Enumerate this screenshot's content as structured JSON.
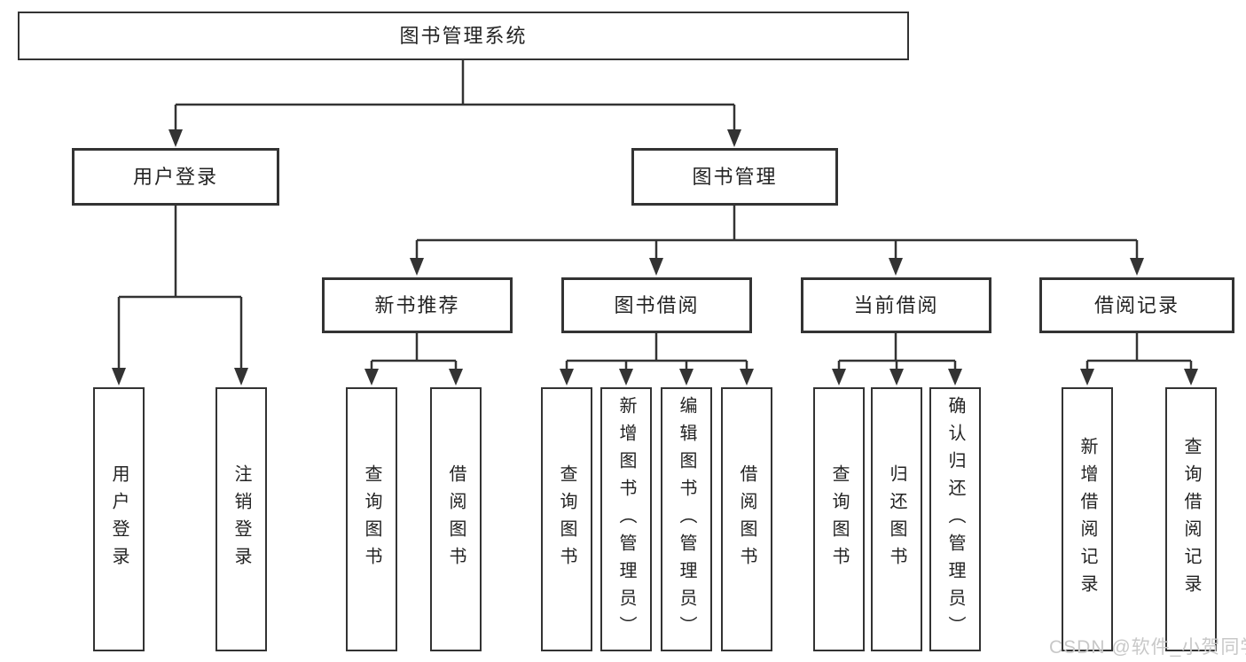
{
  "tree": {
    "root": "图书管理系统",
    "children": [
      {
        "label": "用户登录",
        "children": [
          "用户登录",
          "注销登录"
        ]
      },
      {
        "label": "图书管理",
        "children": [
          {
            "label": "新书推荐",
            "children": [
              "查询图书",
              "借阅图书"
            ]
          },
          {
            "label": "图书借阅",
            "children": [
              "查询图书",
              "新增图书（管理员）",
              "编辑图书（管理员）",
              "借阅图书"
            ]
          },
          {
            "label": "当前借阅",
            "children": [
              "查询图书",
              "归还图书",
              "确认归还（管理员）"
            ]
          },
          {
            "label": "借阅记录",
            "children": [
              "新增借阅记录",
              "查询借阅记录"
            ]
          }
        ]
      }
    ]
  },
  "watermark": {
    "text": "CSDN @软件_小贺同学",
    "color": "#c8c8c8"
  },
  "colors": {
    "line": "#333333",
    "border": "#333333",
    "text": "#232323",
    "background": "#ffffff"
  }
}
